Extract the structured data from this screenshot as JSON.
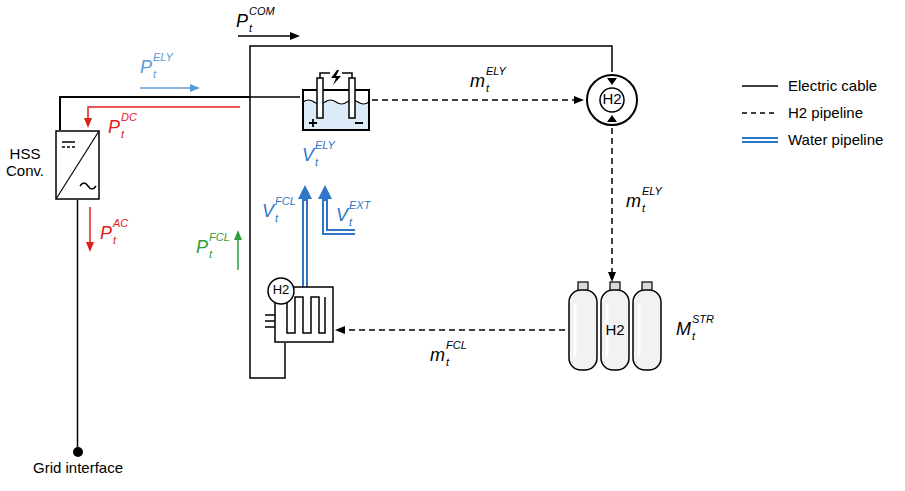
{
  "diagram": {
    "nodes": [
      {
        "text": [
          "HSS Conv."
        ]
      },
      {
        "text": []
      },
      {
        "text": [
          "H",
          "2"
        ]
      },
      {
        "text": [
          "H",
          "2"
        ]
      },
      {
        "text": [
          "H",
          "2"
        ]
      },
      {
        "text": [
          "Grid interface"
        ]
      }
    ],
    "edges": [
      {
        "from": 0,
        "to": 1,
        "arrow": "none"
      },
      {
        "from": 0,
        "to": 2,
        "arrow": "none"
      },
      {
        "from": 0,
        "to": 4,
        "arrow": "none"
      },
      {
        "from": 0,
        "to": 5,
        "arrow": "none"
      },
      {
        "from": 1,
        "to": 2,
        "arrow": "to"
      },
      {
        "from": 2,
        "to": 3,
        "arrow": "to"
      },
      {
        "from": 3,
        "to": 4,
        "arrow": "to"
      },
      {
        "from": 4,
        "to": 1,
        "arrow": "to"
      }
    ],
    "labels": [
      "P",
      "t",
      "COM",
      "P",
      "t",
      "ELY",
      "m",
      "t",
      "ELY",
      "P",
      "t",
      "DC",
      "P",
      "t",
      "FCL",
      "V",
      "t",
      "ELY",
      "V",
      "t",
      "FCL",
      "V",
      "t",
      "EXT",
      "m",
      "t",
      "ELY",
      "M",
      "t",
      "STR",
      "P",
      "t",
      "AC",
      "m",
      "t",
      "FCL"
    ],
    "legend": [
      {
        "text": "Electric cable"
      },
      {
        "text": "H2 pipeline"
      },
      {
        "text": "Water pipeline"
      }
    ]
  }
}
